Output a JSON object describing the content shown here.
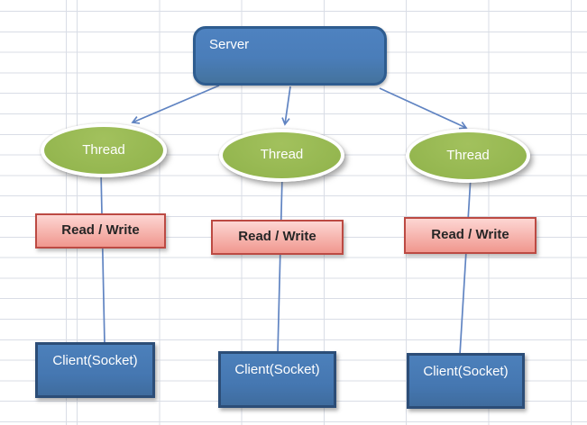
{
  "colors": {
    "server_fill": "#4a7db9",
    "server_border": "#2e5c8f",
    "thread_fill": "#94b64f",
    "thread_ring": "#ffffff",
    "rw_fill_bottom": "#f0978e",
    "rw_border": "#bc4a43",
    "rw_text": "#262626",
    "client_fill": "#4577b1",
    "client_border": "#2c4d77",
    "connector": "#6084c2",
    "grid_line": "#d9dde6",
    "node_text": "#ffffff"
  },
  "diagram": {
    "server": {
      "label": "Server"
    },
    "threads": [
      {
        "label": "Thread"
      },
      {
        "label": "Thread"
      },
      {
        "label": "Thread"
      }
    ],
    "read_write": [
      {
        "label": "Read / Write"
      },
      {
        "label": "Read / Write"
      },
      {
        "label": "Read / Write"
      }
    ],
    "clients": [
      {
        "label": "Client(Socket)"
      },
      {
        "label": "Client(Socket)"
      },
      {
        "label": "Client(Socket)"
      }
    ]
  }
}
